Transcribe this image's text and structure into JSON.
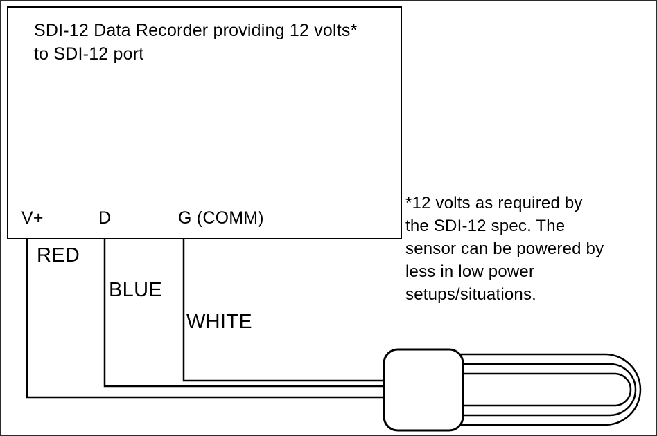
{
  "recorder": {
    "title_line1": "SDI-12 Data Recorder providing 12 volts*",
    "title_line2": "to SDI-12 port",
    "terminals": [
      "V+",
      "D",
      "G (COMM)"
    ]
  },
  "wires": [
    "RED",
    "BLUE",
    "WHITE"
  ],
  "note": "*12 volts as required by\nthe SDI-12 spec.  The\nsensor can be powered by\nless in low power\nsetups/situations.",
  "colors": {
    "line": "#000000",
    "background": "#ffffff"
  }
}
